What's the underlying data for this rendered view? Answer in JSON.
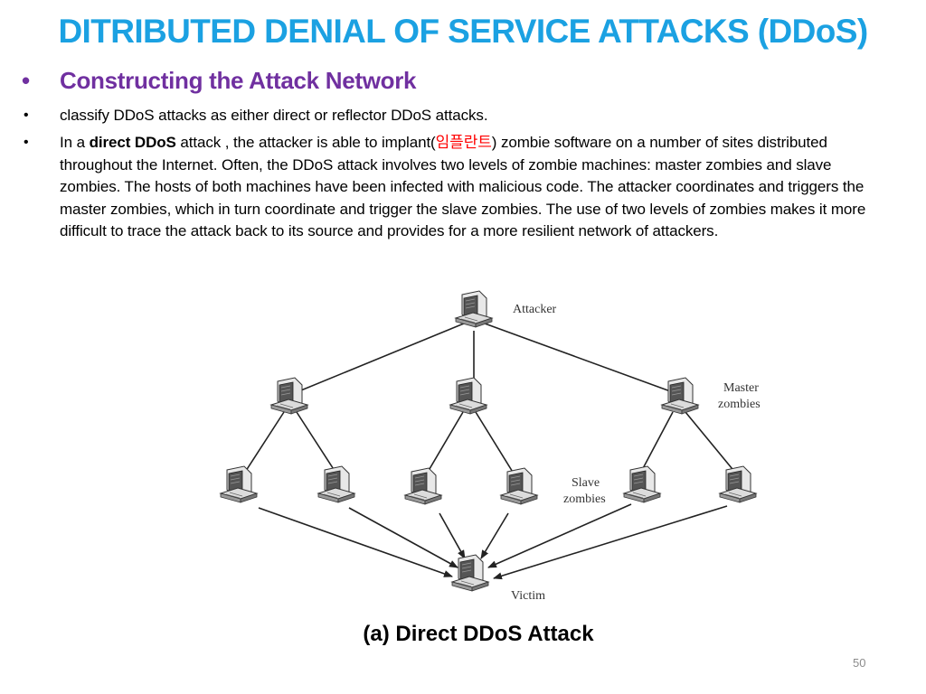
{
  "title": "DITRIBUTED DENIAL OF SERVICE ATTACKS (DDoS)",
  "subtitle": "Constructing the Attack Network",
  "bullet_symbol": "•",
  "bullet1": "classify DDoS attacks as either direct or reflector DDoS attacks.",
  "bullet2": {
    "p1": "In a ",
    "bold": "direct DDoS",
    "p2": " attack , the attacker is able to implant(",
    "korean": "임플란트",
    "p3": ") zombie software on a number of sites distributed throughout the Internet. Often, the DDoS attack involves two levels of zombie machines: master zombies and slave zombies. The hosts of both machines have been infected with malicious code. The attacker coordinates and triggers the master zombies, which in turn coordinate and trigger the slave zombies. The use of two levels of zombies makes it more difficult to trace the attack back to its source and provides for a more resilient network of attackers."
  },
  "diagram": {
    "attacker_label": "Attacker",
    "master_label_1": "Master",
    "master_label_2": "zombies",
    "slave_label_1": "Slave",
    "slave_label_2": "zombies",
    "victim_label": "Victim"
  },
  "caption": "(a) Direct DDoS Attack",
  "page_number": "50",
  "colors": {
    "title": "#1ba1e2",
    "subtitle": "#7030a0",
    "korean": "#ff0000"
  }
}
